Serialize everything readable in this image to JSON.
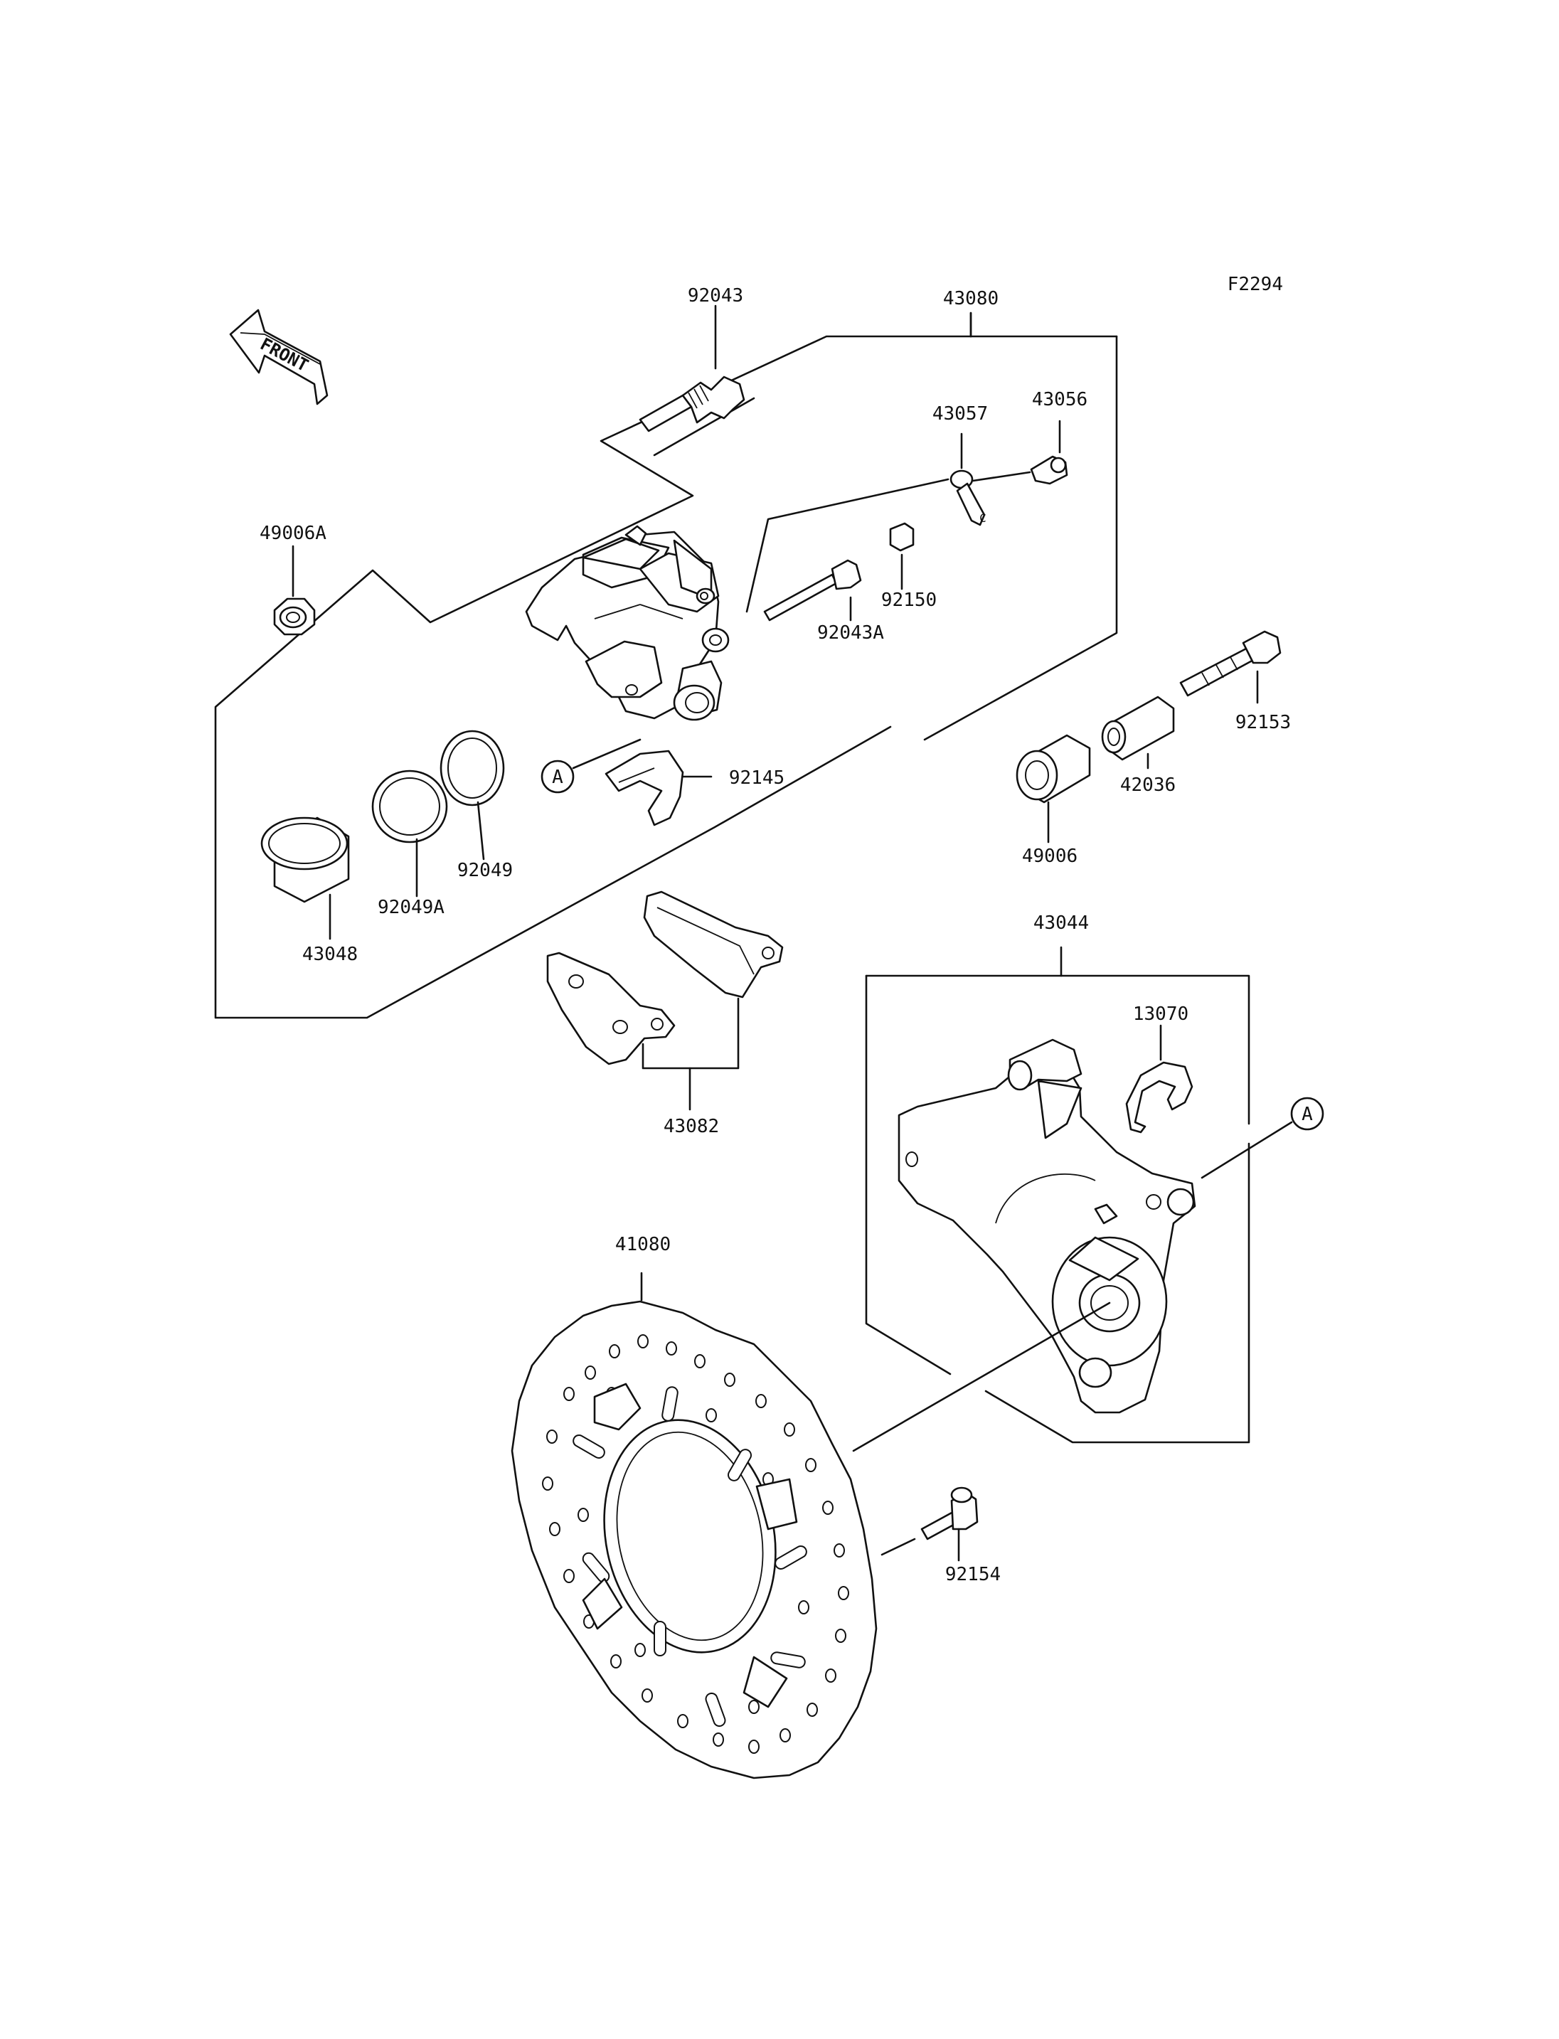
{
  "figure_code": "F2294",
  "front_arrow": {
    "label": "FRONT",
    "icon": "front-direction-arrow-icon"
  },
  "callout_marker": "A",
  "labels": {
    "p92043": "92043",
    "p43080": "43080",
    "p43057": "43057",
    "p43056": "43056",
    "p49006A": "49006A",
    "p92150": "92150",
    "p92043A": "92043A",
    "p92153": "92153",
    "p92145": "92145",
    "p42036": "42036",
    "p49006": "49006",
    "p92049": "92049",
    "p92049A": "92049A",
    "p43048": "43048",
    "p43044": "43044",
    "p13070": "13070",
    "p43082": "43082",
    "p41080": "41080",
    "p92154": "92154"
  }
}
